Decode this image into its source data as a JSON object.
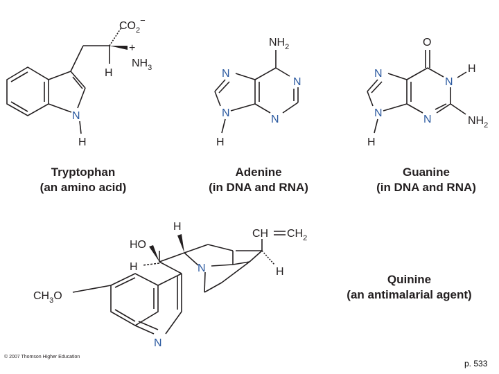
{
  "molecules": {
    "tryptophan": {
      "name": "Tryptophan",
      "desc": "(an amino acid)",
      "atoms": {
        "carboxylate": "CO",
        "carboxylate_sub": "2",
        "carboxylate_charge": "−",
        "amine": "NH",
        "amine_sub": "3",
        "amine_charge": "+",
        "h_alpha": "H",
        "ring_n": "N",
        "ring_h": "H"
      }
    },
    "adenine": {
      "name": "Adenine",
      "desc": "(in DNA and RNA)",
      "atoms": {
        "amine": "NH",
        "amine_sub": "2",
        "n1": "N",
        "n3": "N",
        "n7": "N",
        "n9": "N",
        "h9": "H"
      }
    },
    "guanine": {
      "name": "Guanine",
      "desc": "(in DNA and RNA)",
      "atoms": {
        "oxygen": "O",
        "n1": "N",
        "h1": "H",
        "n3": "N",
        "amine": "NH",
        "amine_sub": "2",
        "n7": "N",
        "n9": "N",
        "h9": "H"
      }
    },
    "quinine": {
      "name": "Quinine",
      "desc": "(an antimalarial agent)",
      "atoms": {
        "ho": "HO",
        "h_carbinol": "H",
        "h_top": "H",
        "n_bridge": "N",
        "h_bridge": "H",
        "vinyl_ch": "CH",
        "vinyl_ch2": "CH",
        "vinyl_sub": "2",
        "methoxy_ch": "CH",
        "methoxy_sub": "3",
        "methoxy_o": "O",
        "quinoline_n": "N"
      }
    }
  },
  "footer": {
    "copyright": "© 2007 Thomson Higher Education",
    "page": "p. 533"
  }
}
